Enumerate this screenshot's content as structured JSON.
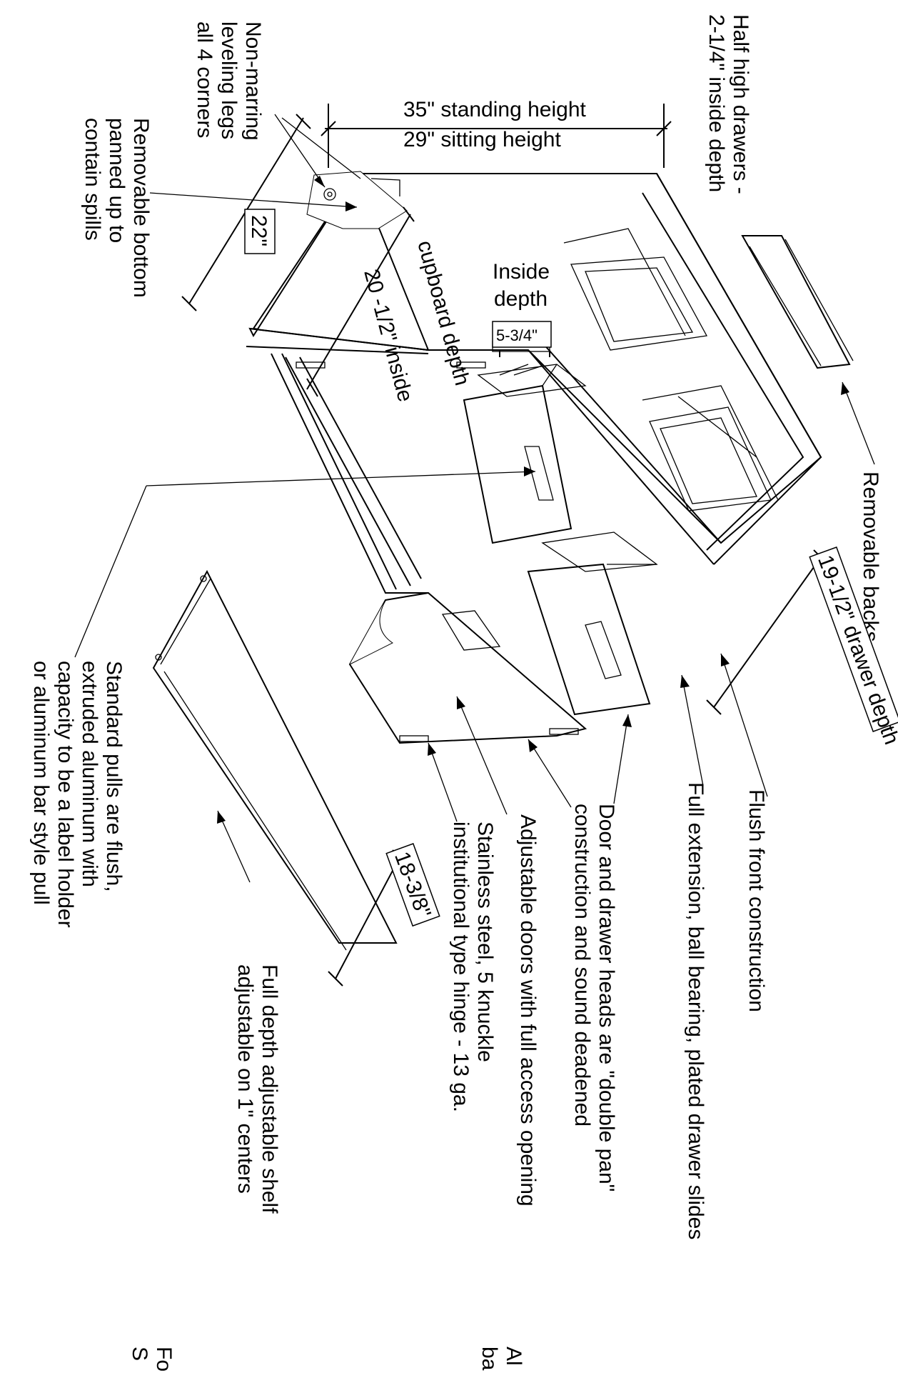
{
  "labels": {
    "half_high_1": "Half high drawers -",
    "half_high_2": "2-1/4\" inside depth",
    "nonmarring_1": "Non-marring",
    "nonmarring_2": "leveling legs",
    "nonmarring_3": "all 4 corners",
    "removable_bottom_1": "Removable bottom",
    "removable_bottom_2": "panned up to",
    "removable_bottom_3": "contain spills",
    "inside_depth_1": "Inside",
    "inside_depth_2": "depth",
    "cupboard_1": "20 -1/2\" inside",
    "cupboard_2": "cupboard depth",
    "removable_backs": "Removable backs",
    "flush_front": "Flush front construction",
    "full_extension": "Full extension, ball bearing, plated drawer slides",
    "door_drawer_1": "Door and drawer heads are \"double pan\"",
    "door_drawer_2": "construction and sound deadened",
    "adjustable_doors": "Adjustable doors with full access opening",
    "hinge_1": "Stainless steel, 5 knuckle",
    "hinge_2": "institutional type hinge - 13 ga.",
    "pulls_1": "Standard pulls are flush,",
    "pulls_2": "extruded aluminum with",
    "pulls_3": "capacity to be a label holder",
    "pulls_4": "or aluminum bar style pull",
    "shelf_1": "Full depth adjustable shelf",
    "shelf_2": "adjustable on 1\" centers",
    "cut_1": "Al",
    "cut_2": "ba",
    "cut_3": "Fo",
    "cut_4": "S"
  },
  "dimensions": {
    "height_1": "35\" standing height",
    "height_2": "29\" sitting height",
    "depth_22": "22\"",
    "drawer_inside": "5-3/4\"",
    "drawer_depth": "19-1/2\" drawer depth",
    "shelf_depth": "18-3/8\""
  }
}
